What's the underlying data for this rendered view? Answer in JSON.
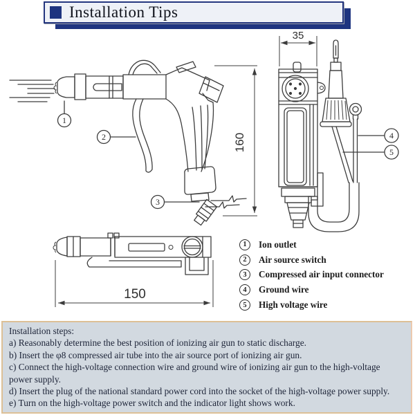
{
  "header": {
    "title": "Installation Tips"
  },
  "colors": {
    "navy": "#1e3480",
    "panel_bg": "#eef1f7",
    "line_art": "#3c3c3c",
    "steps_bg": "#d2d9e0",
    "steps_border": "#ddc096",
    "steps_text": "#1d2438"
  },
  "diagram": {
    "dimensions": {
      "rear_width": "35",
      "side_height": "160",
      "top_length": "150"
    },
    "callouts": {
      "c1": "1",
      "c2": "2",
      "c3": "3",
      "c4": "4",
      "c5": "5"
    }
  },
  "legend": {
    "items": [
      {
        "num": "1",
        "label": "Ion outlet"
      },
      {
        "num": "2",
        "label": "Air source switch"
      },
      {
        "num": "3",
        "label": "Compressed air input connector"
      },
      {
        "num": "4",
        "label": "Ground wire"
      },
      {
        "num": "5",
        "label": "High voltage wire"
      }
    ]
  },
  "steps": {
    "title": "Installation steps:",
    "lines": [
      "a) Reasonably determine the best position of ionizing air gun to static discharge.",
      "b) Insert the φ8 compressed air tube into the air source port of ionizing air gun.",
      "c) Connect the high-voltage connection wire and ground wire of ionizing air gun to the high-voltage power supply.",
      "d) Insert the plug of the national standard power cord into the socket of the high-voltage power supply.",
      "e) Turn on the high-voltage power switch and the indicator light shows work."
    ]
  }
}
